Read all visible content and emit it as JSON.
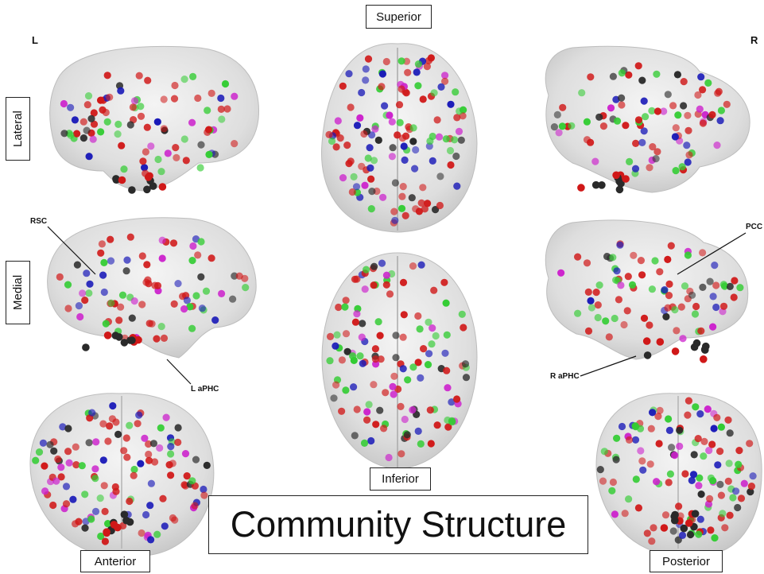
{
  "labels": {
    "superior": "Superior",
    "inferior": "Inferior",
    "anterior": "Anterior",
    "posterior": "Posterior",
    "lateral": "Lateral",
    "medial": "Medial",
    "left": "L",
    "right": "R",
    "rsc": "RSC",
    "pcc": "PCC",
    "l_aphc": "L aPHC",
    "r_aphc": "R aPHC",
    "title": "Community Structure"
  },
  "colors": {
    "red": "#d01818",
    "green": "#33cc33",
    "magenta": "#cc22cc",
    "blue": "#1a1ab8",
    "black": "#2a2a2a",
    "brain": "#d8d8d8"
  }
}
